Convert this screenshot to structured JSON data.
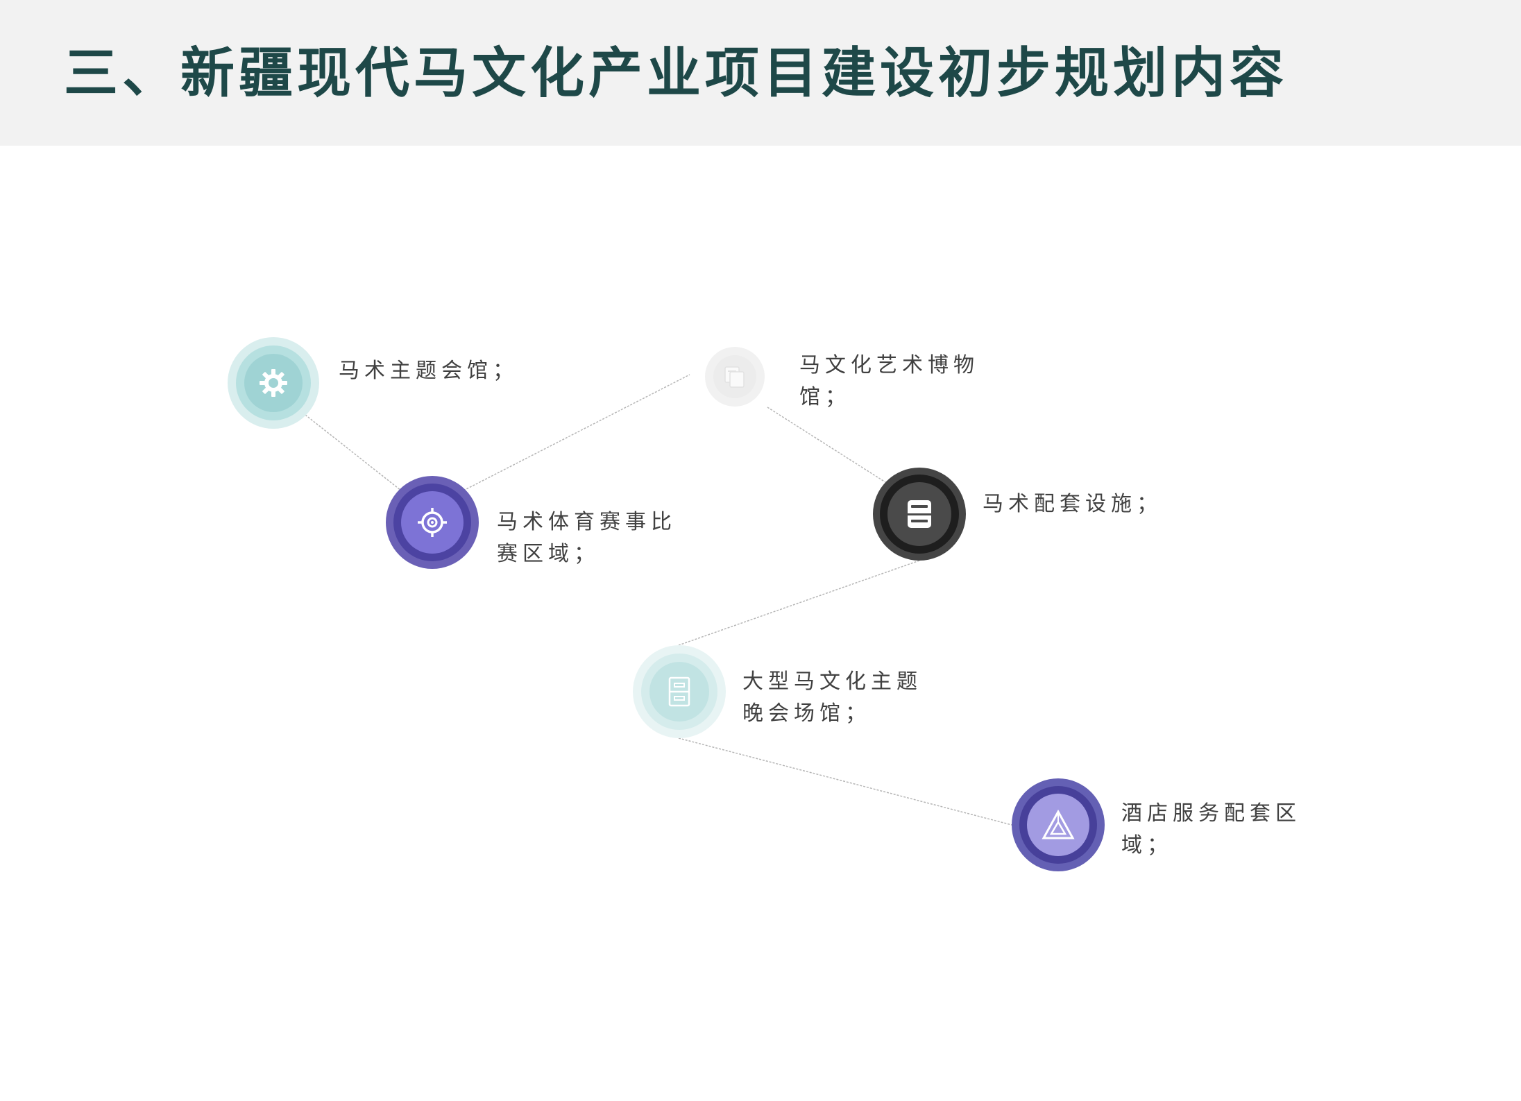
{
  "header": {
    "title": "三、新疆现代马文化产业项目建设初步规划内容"
  },
  "nodes": [
    {
      "id": "node-1",
      "icon": "gear-icon",
      "lines": [
        "马术主题会馆；"
      ]
    },
    {
      "id": "node-2",
      "icon": "target-icon",
      "lines": [
        "马术体育赛事比",
        "赛区域；"
      ]
    },
    {
      "id": "node-3",
      "icon": "documents-icon",
      "lines": [
        "马文化艺术博物",
        "馆；"
      ]
    },
    {
      "id": "node-4",
      "icon": "cabinet-icon",
      "lines": [
        "马术配套设施；"
      ]
    },
    {
      "id": "node-5",
      "icon": "drawer-icon",
      "lines": [
        "大型马文化主题",
        "晚会场馆；"
      ]
    },
    {
      "id": "node-6",
      "icon": "triangle-icon",
      "lines": [
        "酒店服务配套区",
        "域；"
      ]
    }
  ],
  "colors": {
    "title": "#1e4848",
    "header_bg": "#f2f2f2",
    "teal": "#9fd3d4",
    "purple": "#6a60b6",
    "dark": "#454545",
    "violet": "#a29be2",
    "connector": "#b5b5b5"
  }
}
